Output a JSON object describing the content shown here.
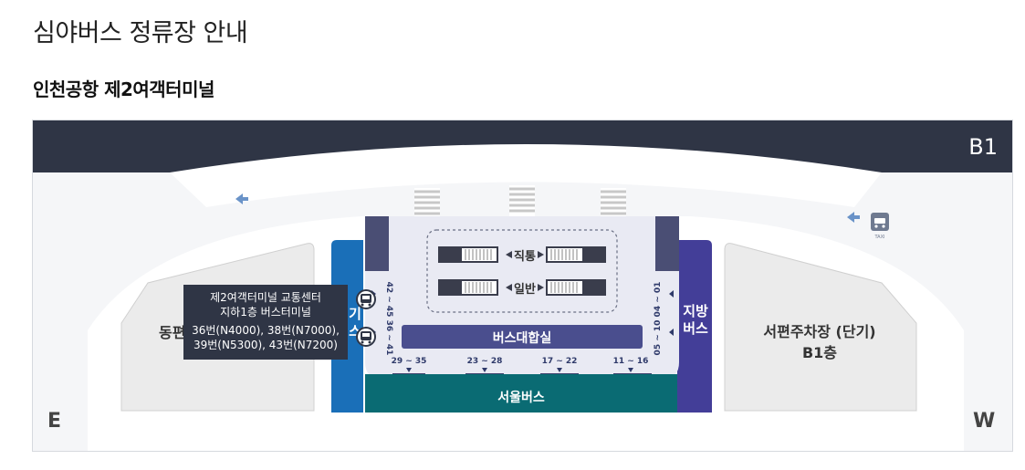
{
  "page": {
    "title": "심야버스 정류장 안내",
    "section_title": "인천공항 제2여객터미널"
  },
  "map": {
    "floor": "B1",
    "east_label": "E",
    "west_label": "W",
    "left_block_label": "동편",
    "right_block_line1": "서편주차장 (단기)",
    "right_block_line2": "B1층",
    "direct_label": "직통",
    "general_label": "일반",
    "waiting_room": "버스대합실",
    "seoul_bus": "서울버스",
    "regional_bus_line1": "지방",
    "regional_bus_line2": "버스",
    "left_bar_char1": "기",
    "left_bar_char2": "스",
    "gates_left_1": "42 ~ 45",
    "gates_left_2": "36 ~ 41",
    "gates_right_1": "04 ~ 01",
    "gates_right_2": "05 ~ 10",
    "gates_bottom": [
      "29 ~ 35",
      "23 ~ 28",
      "17 ~ 22",
      "11 ~ 16"
    ],
    "taxi_text": "TAXI",
    "colors": {
      "header": "#2f3545",
      "left_bar": "#1a6fb8",
      "regional_bus": "#433e98",
      "seoul_bus": "#0a6b73",
      "waiting_room": "#4a4e8e",
      "hall": "#e9eaf3"
    }
  },
  "tooltip": {
    "line1": "제2여객터미널 교통센터",
    "line2": "지하1층 버스터미널",
    "line3": "36번(N4000), 38번(N7000),",
    "line4": "39번(N5300), 43번(N7200)"
  }
}
